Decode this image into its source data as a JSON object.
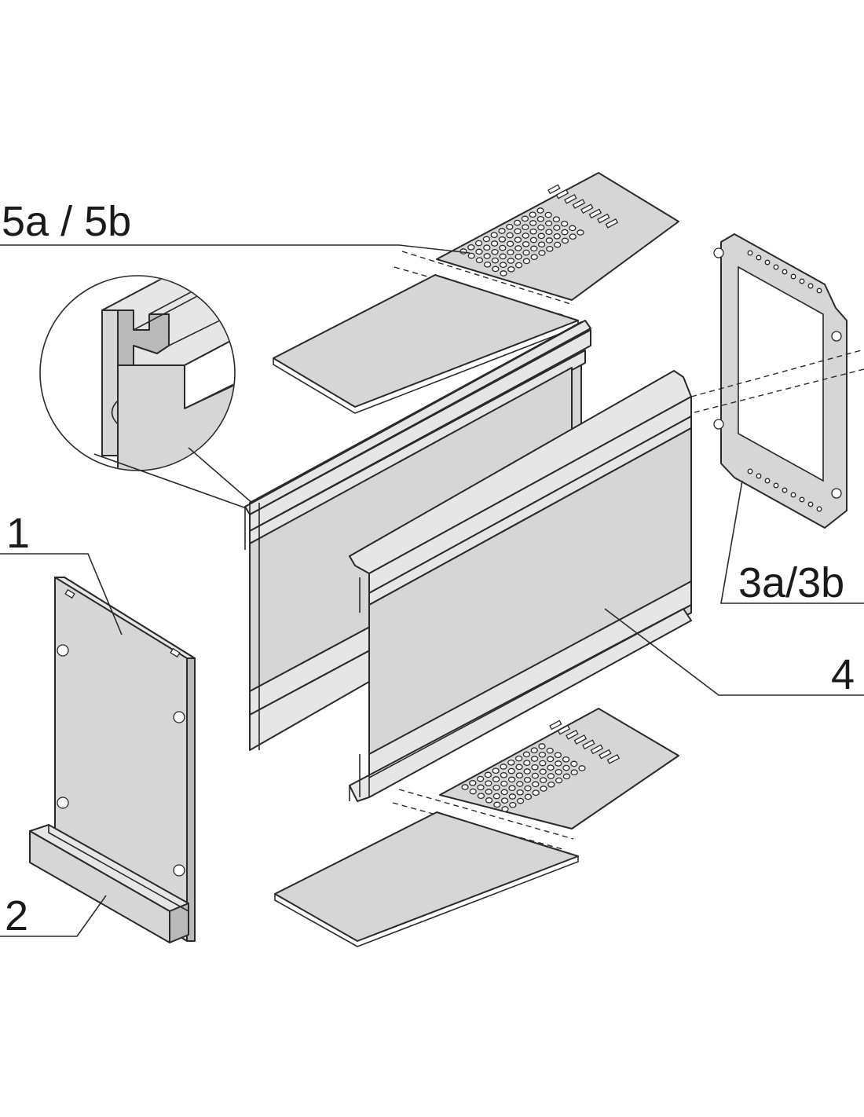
{
  "labels": {
    "cover_plate": "5a / 5b",
    "front_panel": "1",
    "handle": "2",
    "rear_frame": "3a/3b",
    "side_profile": "4"
  }
}
